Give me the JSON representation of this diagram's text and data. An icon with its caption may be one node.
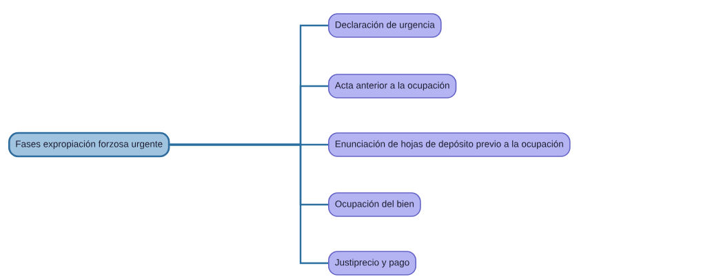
{
  "diagram": {
    "nodes": [
      {
        "text": [
          "Fases expropiación forzosa urgente"
        ]
      },
      {
        "text": [
          "Declaración de urgencia"
        ]
      },
      {
        "text": [
          "Acta anterior a la ocupación"
        ]
      },
      {
        "text": [
          "Enunciación de hojas de depósito previo a la ocupación"
        ]
      },
      {
        "text": [
          "Ocupación del bien"
        ]
      },
      {
        "text": [
          "Justiprecio y pago"
        ]
      }
    ],
    "edges": [
      {
        "from": 0,
        "to": 1,
        "arrow": "none"
      },
      {
        "from": 0,
        "to": 2,
        "arrow": "none"
      },
      {
        "from": 0,
        "to": 3,
        "arrow": "none"
      },
      {
        "from": 0,
        "to": 4,
        "arrow": "none"
      },
      {
        "from": 0,
        "to": 5,
        "arrow": "none"
      }
    ]
  }
}
